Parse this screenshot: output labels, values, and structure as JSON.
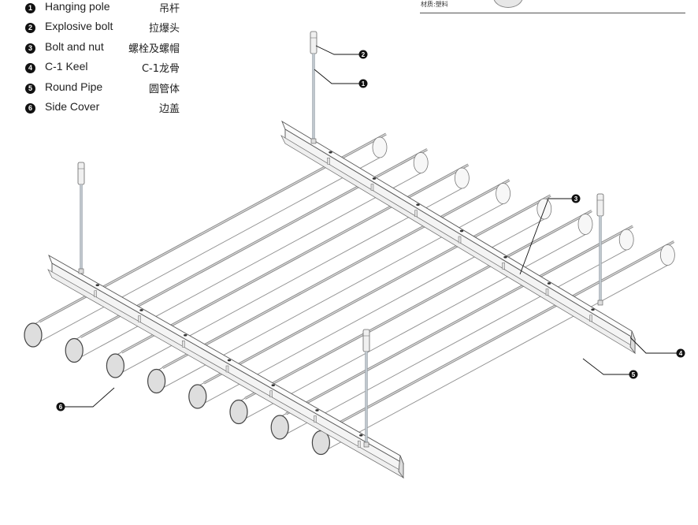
{
  "legend": [
    {
      "number": "1",
      "label_en": "Hanging pole",
      "label_cn": "吊杆"
    },
    {
      "number": "2",
      "label_en": "Explosive bolt",
      "label_cn": "拉爆头"
    },
    {
      "number": "3",
      "label_en": "Bolt and nut",
      "label_cn": "螺栓及螺帽"
    },
    {
      "number": "4",
      "label_en": "C-1 Keel",
      "label_cn": "C-1龙骨"
    },
    {
      "number": "5",
      "label_en": "Round Pipe",
      "label_cn": "圆管体"
    },
    {
      "number": "6",
      "label_en": "Side Cover",
      "label_cn": "边盖"
    }
  ],
  "note": {
    "text": "材质:塑料"
  },
  "callouts": [
    "2",
    "1",
    "3",
    "4",
    "5",
    "6"
  ],
  "colors": {
    "ink": "#111111",
    "pipe_face": "#dedede",
    "rod": "#cfd6dc",
    "keel": "#f4f4f4"
  }
}
